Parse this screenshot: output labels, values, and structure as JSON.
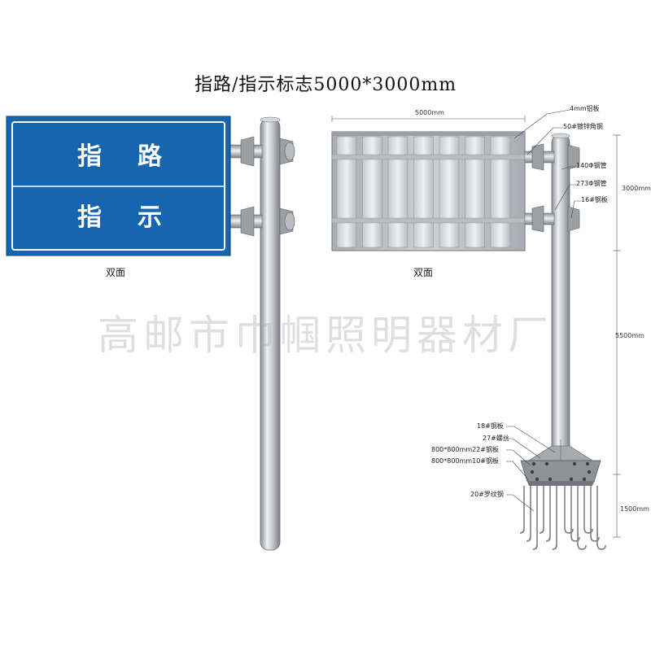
{
  "title": "指路/指示标志5000*3000mm",
  "watermark": "高邮市巾帼照明器材厂",
  "front_view": {
    "sign_line1_left": "指",
    "sign_line1_right": "路",
    "sign_line2_left": "指",
    "sign_line2_right": "示",
    "face_label": "双面",
    "sign_color": "#1565b0"
  },
  "back_view": {
    "face_label": "双面",
    "width_dim": "5000mm",
    "height_dims": [
      "3000mm",
      "5500mm",
      "1500mm"
    ],
    "top_callouts": [
      "4mm铝板",
      "50#镀锌角钢",
      "140Φ钢管",
      "273Φ钢管",
      "16#钢板"
    ],
    "base_callouts": [
      "18#钢板",
      "27#螺丝",
      "800*800mm22#钢板",
      "800*800mm10#钢板",
      "20#罗纹钢"
    ]
  }
}
